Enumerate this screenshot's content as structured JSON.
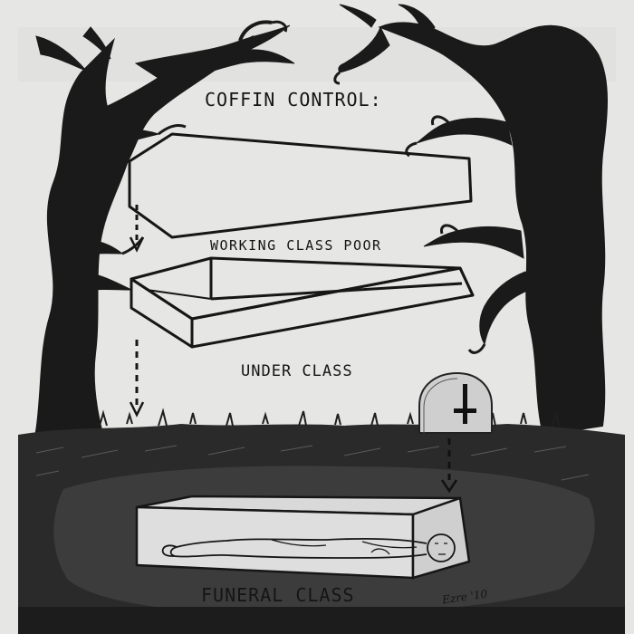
{
  "title": "COFFIN CONTROL:",
  "labels": {
    "working_class": "WORKING CLASS POOR",
    "under_class": "UNDER CLASS",
    "funeral_class": "FUNERAL CLASS"
  },
  "signature": "Ezre '10",
  "colors": {
    "paper": "#e6e6e4",
    "ink": "#151515",
    "ground": "#2a2a2a"
  },
  "icons": {
    "tree_left": "gnarled-tree-icon",
    "tree_right": "gnarled-tree-icon",
    "tombstone": "inverted-cross-tombstone-icon",
    "body": "corpse-icon"
  }
}
